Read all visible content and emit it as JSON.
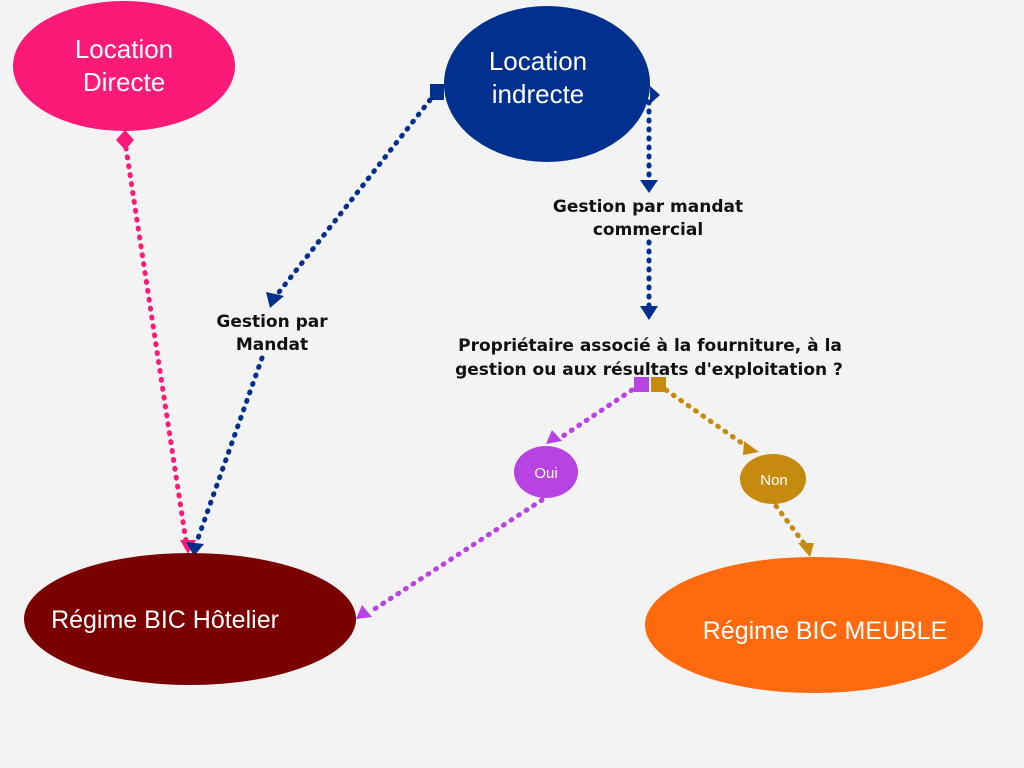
{
  "nodes": {
    "location_directe": {
      "lines": [
        "Location",
        "Directe"
      ]
    },
    "location_indirecte": {
      "lines": [
        "Location",
        "indrecte"
      ]
    },
    "regime_bic_hotelier": {
      "label": "Régime BIC Hôtelier"
    },
    "regime_bic_meuble": {
      "label": "Régime BIC MEUBLE"
    },
    "oui": {
      "label": "Oui"
    },
    "non": {
      "label": "Non"
    }
  },
  "labels": {
    "gestion_mandat_commercial": [
      "Gestion par mandat",
      "commercial"
    ],
    "gestion_par_mandat": [
      "Gestion par",
      "Mandat"
    ],
    "question": [
      "Propriétaire associé à la fourniture, à la",
      "gestion ou aux résultats d'exploitation ?"
    ]
  },
  "colors": {
    "background": "#f3f3f3",
    "location_directe": "#fb1a78",
    "location_indirecte": "#02308e",
    "regime_bic_hotelier": "#7a0000",
    "regime_bic_meuble": "#ff6a0e",
    "oui": "#b743e3",
    "non": "#c58a0e"
  }
}
